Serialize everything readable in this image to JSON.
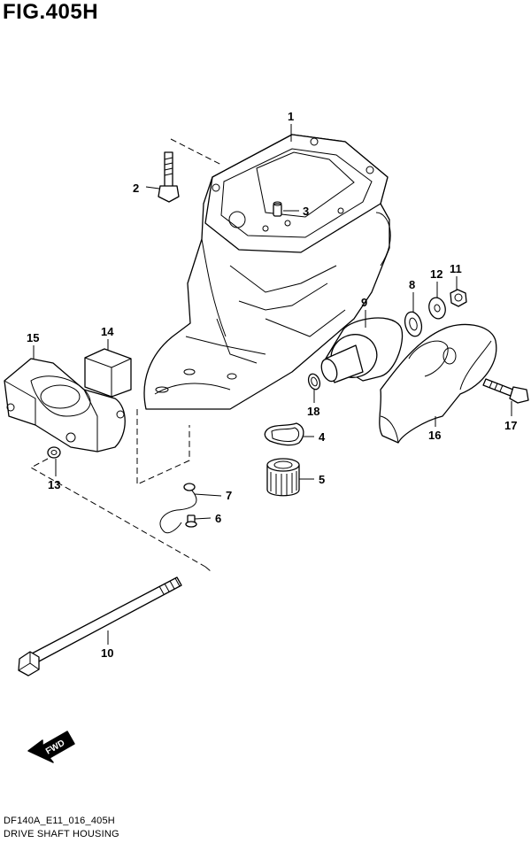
{
  "figure": {
    "title": "FIG.405H",
    "model_code": "DF140A_E11_016_405H",
    "caption": "DRIVE SHAFT HOUSING"
  },
  "fwd_label": "FWD",
  "callouts": [
    {
      "id": "1",
      "label": "1"
    },
    {
      "id": "2",
      "label": "2"
    },
    {
      "id": "3",
      "label": "3"
    },
    {
      "id": "4",
      "label": "4"
    },
    {
      "id": "5",
      "label": "5"
    },
    {
      "id": "6",
      "label": "6"
    },
    {
      "id": "7",
      "label": "7"
    },
    {
      "id": "8",
      "label": "8"
    },
    {
      "id": "9",
      "label": "9"
    },
    {
      "id": "10",
      "label": "10"
    },
    {
      "id": "11",
      "label": "11"
    },
    {
      "id": "12",
      "label": "12"
    },
    {
      "id": "13",
      "label": "13"
    },
    {
      "id": "14",
      "label": "14"
    },
    {
      "id": "15",
      "label": "15"
    },
    {
      "id": "16",
      "label": "16"
    },
    {
      "id": "17",
      "label": "17"
    },
    {
      "id": "18",
      "label": "18"
    }
  ]
}
